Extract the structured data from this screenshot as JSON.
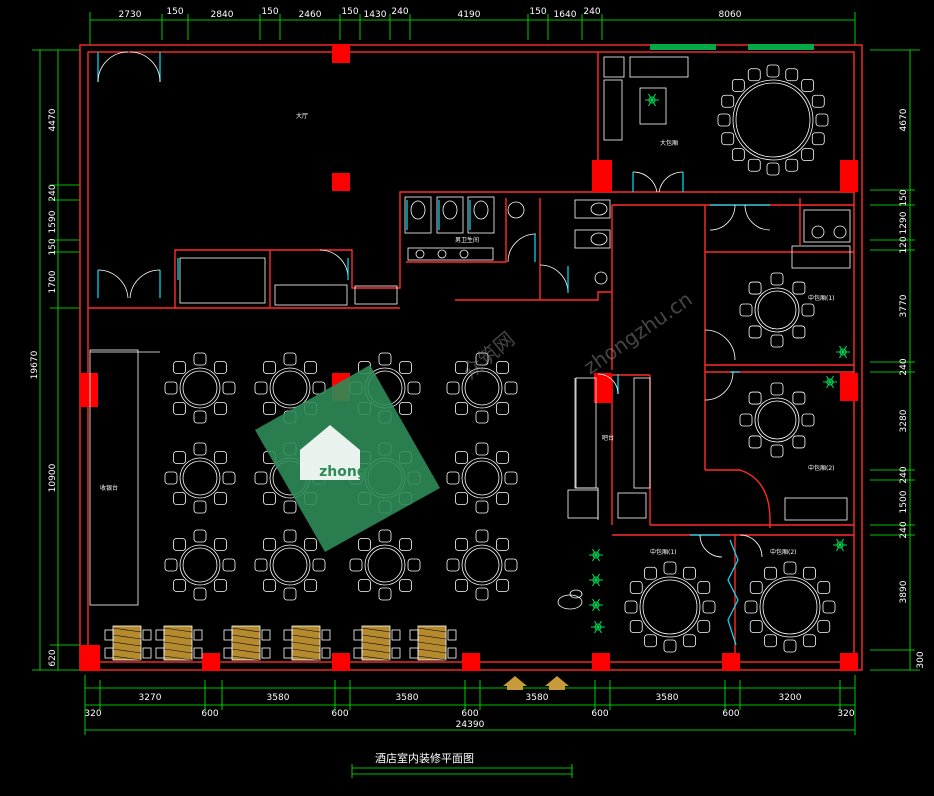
{
  "colors": {
    "background": "#000000",
    "wall": "#ff2a2a",
    "column": "#ff0000",
    "dimension": "#00ff00",
    "furniture": "#ffffff",
    "glass": "#00e5ff",
    "entrance": "#c89a3a",
    "watermark": "#2e8b57"
  },
  "dimensions": {
    "top": [
      "2730",
      "150",
      "2840",
      "150",
      "2460",
      "150",
      "1430",
      "240",
      "4190",
      "150",
      "1640",
      "240",
      "8060"
    ],
    "left": [
      "4470",
      "240",
      "1590",
      "150",
      "1700",
      "19670",
      "10900",
      "620"
    ],
    "right": [
      "4670",
      "150",
      "1290",
      "120",
      "3770",
      "240",
      "3280",
      "240",
      "1500",
      "240",
      "3890",
      "300"
    ],
    "bottom_row1": [
      "3270",
      "3580",
      "3580",
      "3580",
      "3580",
      "3200"
    ],
    "bottom_row2": [
      "320",
      "600",
      "600",
      "600",
      "600",
      "600",
      "320"
    ],
    "total": "24390"
  },
  "rooms": {
    "big_room": "大包厢",
    "vip1": "中包厢(1)",
    "vip2": "中包厢(2)",
    "vip3": "中包厢(1)",
    "vip4": "中包厢(2)",
    "hall": "大厅",
    "cashier": "收银台",
    "washroom_m": "男卫生间",
    "bar": "吧台"
  },
  "watermark": {
    "logo_text": "zhong",
    "site_cn": "众筑网",
    "site_en": "zhongzhu.cn"
  },
  "title": "酒店室内装修平面图"
}
